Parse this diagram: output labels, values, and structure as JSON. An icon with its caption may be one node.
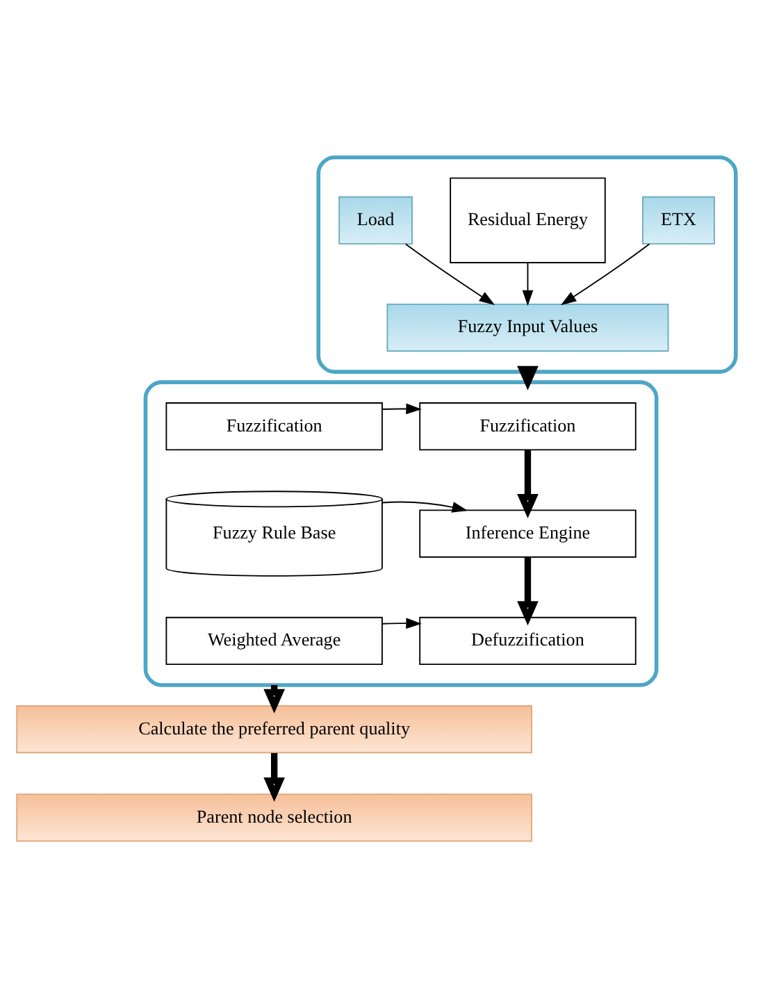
{
  "diagram": {
    "nodes": [
      {
        "text": [],
        "shape": "box"
      },
      {
        "text": [
          "Load"
        ],
        "in": 0
      },
      {
        "text": [
          "Residual Energy"
        ],
        "in": 0
      },
      {
        "text": [
          "ETX"
        ],
        "in": 0
      },
      {
        "text": [
          "Fuzzy Input Values"
        ],
        "in": 0
      },
      {
        "text": [],
        "shape": "box"
      },
      {
        "text": [
          "Fuzzification"
        ],
        "in": 5
      },
      {
        "text": [
          "Fuzzification"
        ],
        "in": 5
      },
      {
        "text": [
          "Inference Engine"
        ],
        "in": 5
      },
      {
        "text": [
          "Fuzzy Rule Base"
        ],
        "in": 5
      },
      {
        "text": [
          "Defuzzification"
        ],
        "in": 5
      },
      {
        "text": [
          "Weighted Average"
        ],
        "in": 5
      },
      {
        "text": [
          "Calculate the preferred parent quality"
        ]
      },
      {
        "text": [
          "Parent node selection"
        ]
      }
    ],
    "edges": [
      {
        "from": 1,
        "to": 4,
        "arrow": "to"
      },
      {
        "from": 2,
        "to": 4,
        "arrow": "to"
      },
      {
        "from": 3,
        "to": 4,
        "arrow": "to"
      },
      {
        "from": 0,
        "to": 5,
        "arrow": "to",
        "style": "thick"
      },
      {
        "from": 7,
        "to": 6,
        "arrow": "to"
      },
      {
        "from": 6,
        "to": 8,
        "arrow": "to",
        "style": "thick"
      },
      {
        "from": 9,
        "to": 8,
        "arrow": "to"
      },
      {
        "from": 8,
        "to": 10,
        "arrow": "to",
        "style": "thick"
      },
      {
        "from": 11,
        "to": 10,
        "arrow": "to"
      },
      {
        "from": 5,
        "to": 12,
        "arrow": "to",
        "style": "thick"
      },
      {
        "from": 12,
        "to": 13,
        "arrow": "to",
        "style": "thick"
      }
    ]
  }
}
